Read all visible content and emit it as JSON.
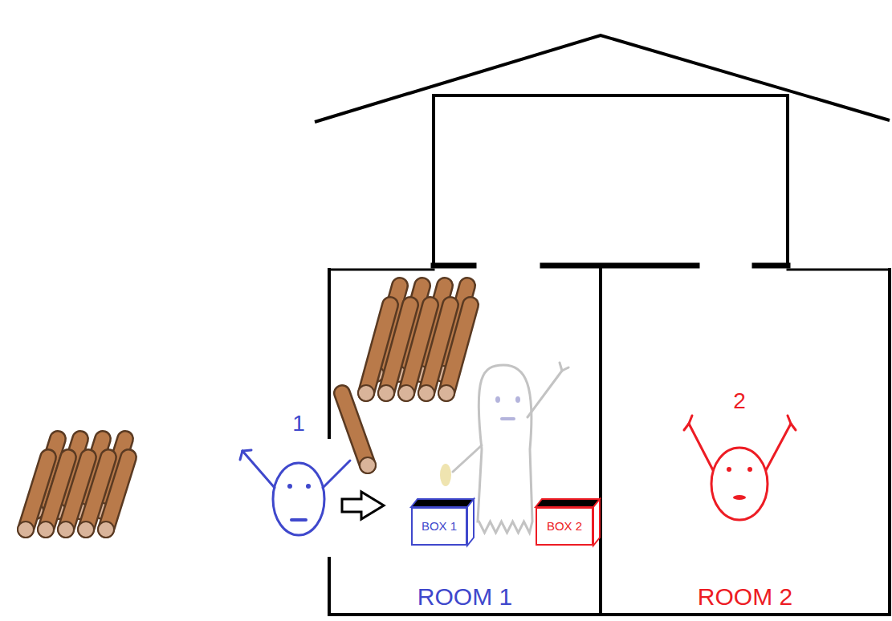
{
  "diagram": {
    "nodes": [
      {
        "text": [
          "ROOM 1"
        ]
      },
      {
        "text": [
          "BOX 1"
        ],
        "in": 0
      },
      {
        "text": [
          "BOX 2"
        ],
        "in": 0
      },
      {
        "text": [
          "ROOM 2"
        ]
      }
    ],
    "edges": [],
    "labels": [
      "1",
      "2"
    ]
  }
}
